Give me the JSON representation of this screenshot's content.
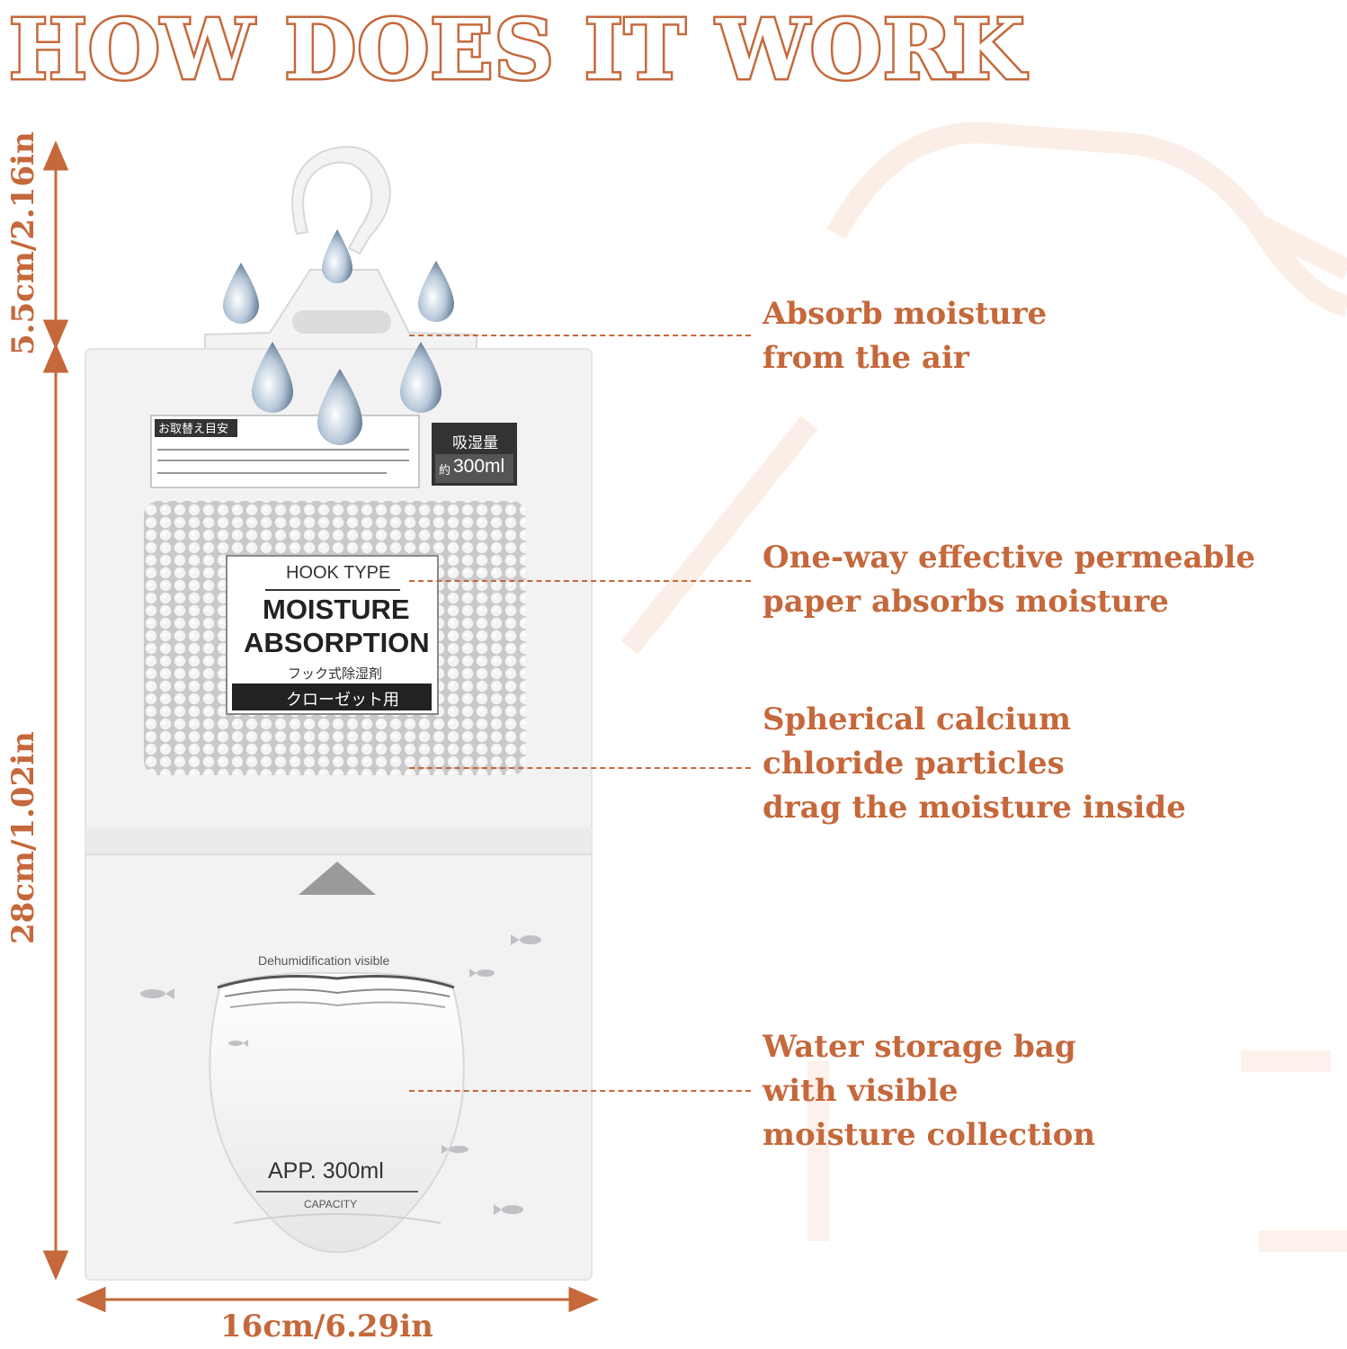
{
  "title": "HOW DOES IT WORK",
  "dimensions": {
    "hook_height": "5.5cm/2.16in",
    "bag_height": "28cm/1.02in",
    "bag_width": "16cm/6.29in"
  },
  "callouts": [
    {
      "text": "Absorb moisture\nfrom the air"
    },
    {
      "text": "One-way effective permeable\npaper absorbs moisture"
    },
    {
      "text": "Spherical calcium\nchloride particles\ndrag the moisture inside"
    },
    {
      "text": "Water storage bag\nwith visible\nmoisture collection"
    }
  ],
  "package": {
    "capacity_label": "吸湿量",
    "capacity_value": "300ml",
    "capacity_prefix": "約",
    "notice_heading": "お取替え目安",
    "label_type": "HOOK TYPE",
    "label_line1": "MOISTURE",
    "label_line2": "ABSORPTION",
    "label_jp": "フック式除湿剤",
    "label_band": "クローゼット用",
    "visible_text": "Dehumidification visible",
    "app_capacity": "APP. 300ml",
    "capacity_caption": "CAPACITY"
  },
  "colors": {
    "accent": "#c5683b",
    "bag": "#f2f2f3"
  }
}
